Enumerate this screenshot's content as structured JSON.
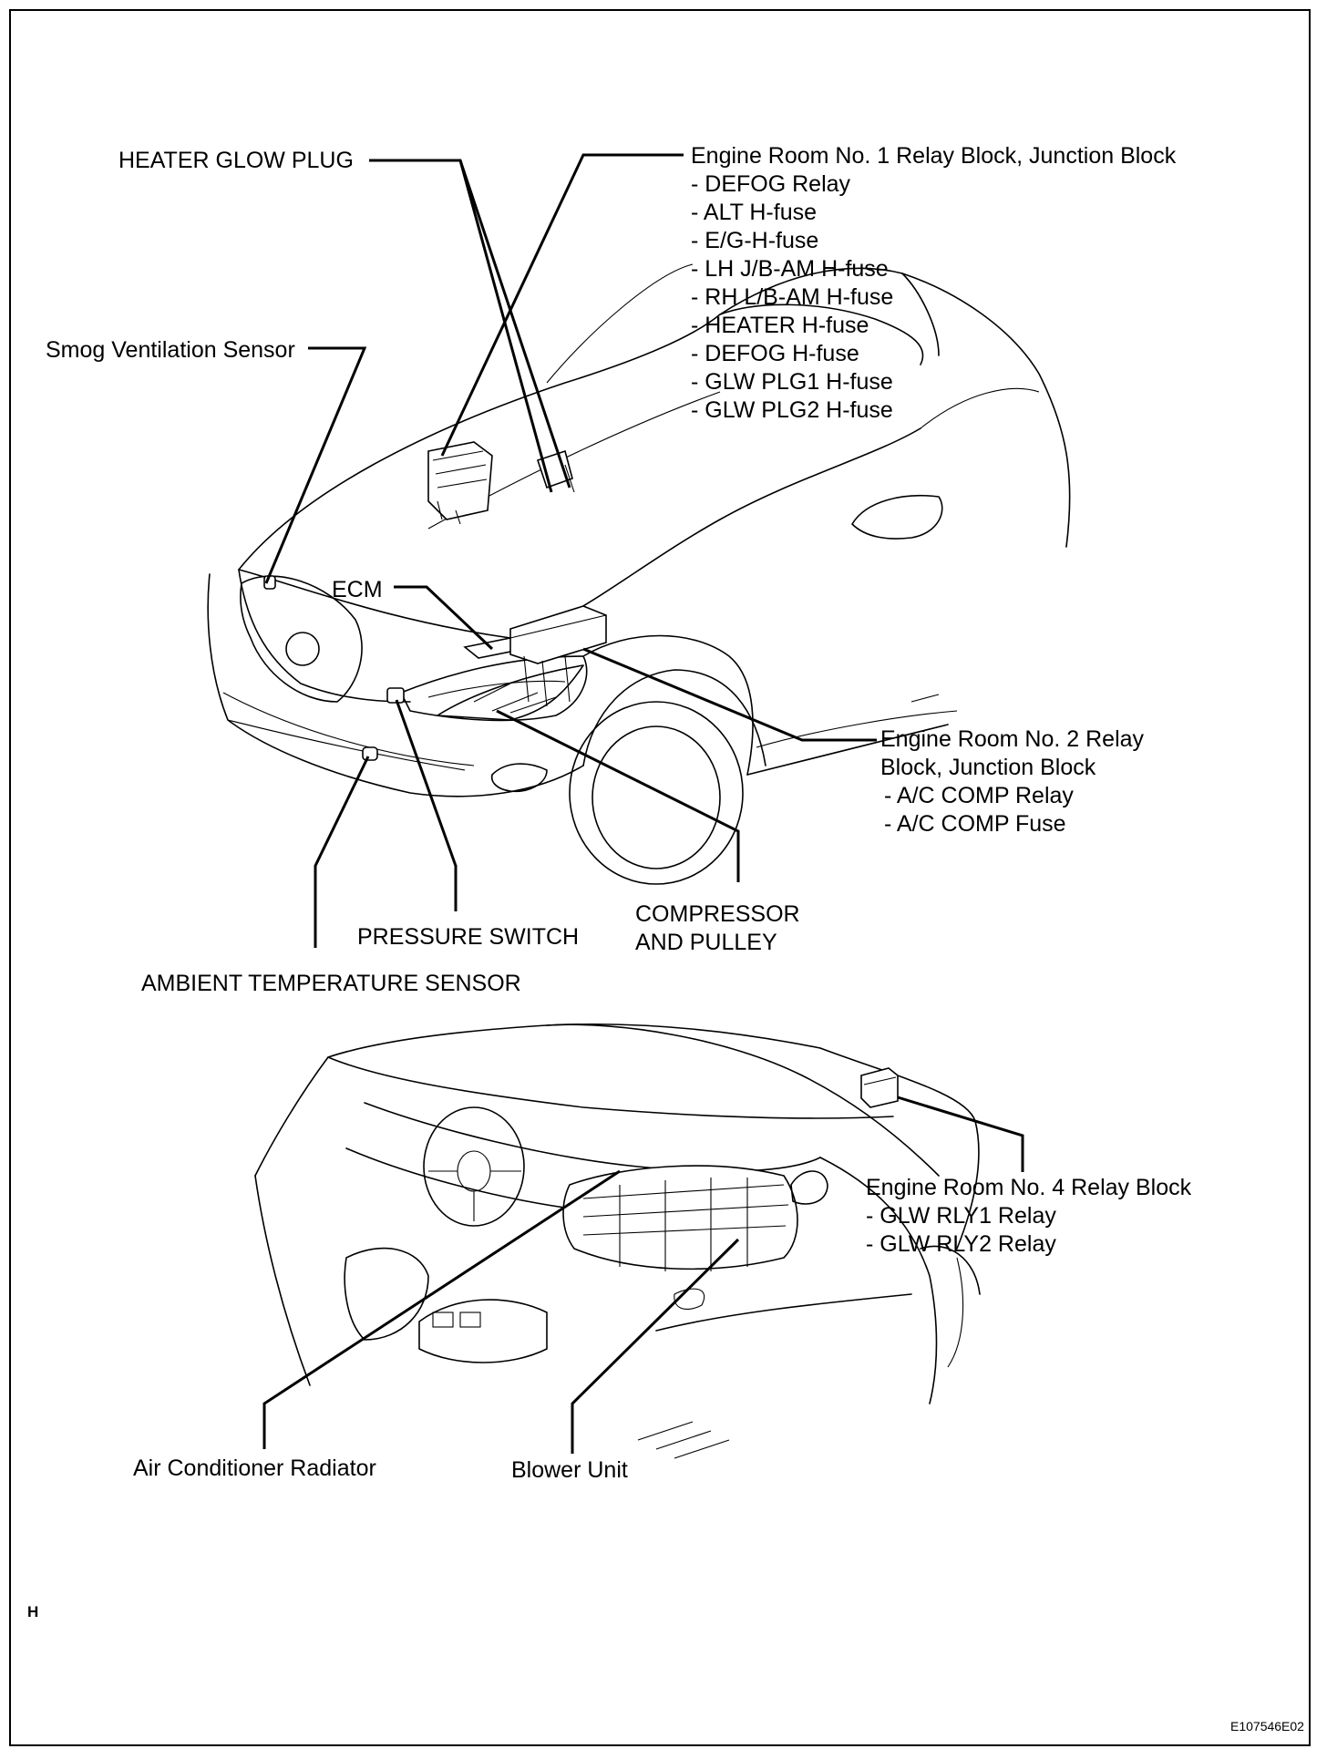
{
  "labels": {
    "heater_glow_plug": "HEATER GLOW PLUG",
    "relay_block_1": {
      "title": "Engine Room No. 1 Relay Block, Junction Block",
      "items": [
        "- DEFOG Relay",
        "- ALT H-fuse",
        "- E/G-H-fuse",
        "- LH J/B-AM H-fuse",
        "- RH L/B-AM H-fuse",
        "- HEATER H-fuse",
        "- DEFOG H-fuse",
        "- GLW PLG1 H-fuse",
        "- GLW PLG2 H-fuse"
      ]
    },
    "smog_sensor": "Smog Ventilation Sensor",
    "ecm": "ECM",
    "relay_block_2": {
      "title_line1": "Engine Room No. 2 Relay",
      "title_line2": "Block, Junction Block",
      "items": [
        "- A/C COMP Relay",
        "- A/C COMP Fuse"
      ]
    },
    "compressor_line1": "COMPRESSOR",
    "compressor_line2": "AND PULLEY",
    "pressure_switch": "PRESSURE SWITCH",
    "ambient_sensor": "AMBIENT TEMPERATURE SENSOR",
    "relay_block_4": {
      "title": "Engine Room No. 4 Relay Block",
      "items": [
        "- GLW RLY1 Relay",
        "- GLW RLY2 Relay"
      ]
    },
    "ac_radiator": "Air Conditioner Radiator",
    "blower_unit": "Blower Unit"
  },
  "page_mark": "H",
  "figure_code": "E107546E02"
}
